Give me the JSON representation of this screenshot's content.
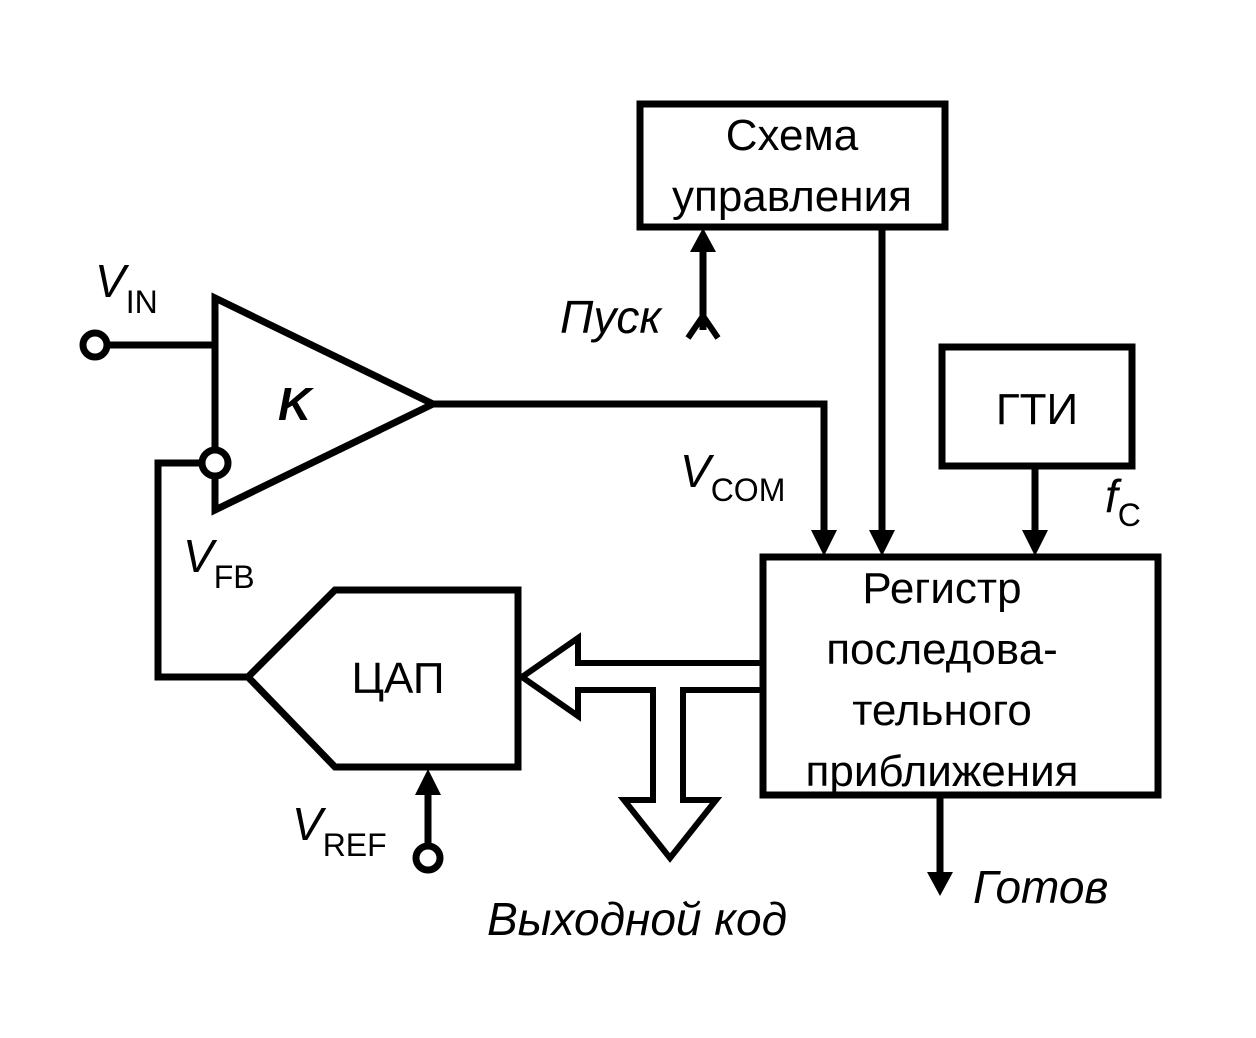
{
  "blocks": {
    "control": [
      "Схема",
      "управления"
    ],
    "clock": "ГТИ",
    "sar": [
      "Регистр",
      "последова-",
      "тельного",
      "приближения"
    ],
    "dac": "ЦАП",
    "comparator": "K"
  },
  "signals": {
    "start": "Пуск",
    "ready": "Готов",
    "output_code": "Выходной код",
    "vin": {
      "main": "V",
      "sub": "IN"
    },
    "vcom": {
      "main": "V",
      "sub": "COM"
    },
    "vfb": {
      "main": "V",
      "sub": "FB"
    },
    "vref": {
      "main": "V",
      "sub": "REF"
    },
    "fc": {
      "main": "f",
      "sub": "C"
    }
  },
  "colors": {
    "stroke": "#000000",
    "background": "#ffffff"
  }
}
